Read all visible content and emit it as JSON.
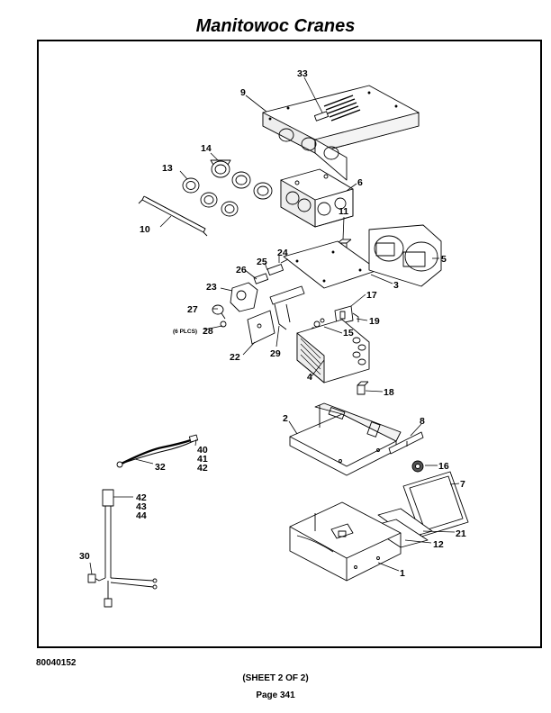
{
  "header": {
    "title": "Manitowoc Cranes"
  },
  "footer": {
    "doc_number": "80040152",
    "sheet": "(SHEET 2 OF 2)",
    "page": "Page 341"
  },
  "callouts": {
    "c1": "1",
    "c2": "2",
    "c3": "3",
    "c4": "4",
    "c5": "5",
    "c6": "6",
    "c7": "7",
    "c8": "8",
    "c9": "9",
    "c10": "10",
    "c11": "11",
    "c12": "12",
    "c13": "13",
    "c14": "14",
    "c15": "15",
    "c16": "16",
    "c17": "17",
    "c18": "18",
    "c19": "19",
    "c21": "21",
    "c22": "22",
    "c23": "23",
    "c24": "24",
    "c25": "25",
    "c26": "26",
    "c27": "27",
    "c28": "28",
    "c29": "29",
    "c30": "30",
    "c32": "32",
    "c33": "33",
    "c40": "40",
    "c41": "41",
    "c42a": "42",
    "c42b": "42",
    "c43": "43",
    "c44": "44",
    "plcs_note": "(6 PLCS)"
  }
}
